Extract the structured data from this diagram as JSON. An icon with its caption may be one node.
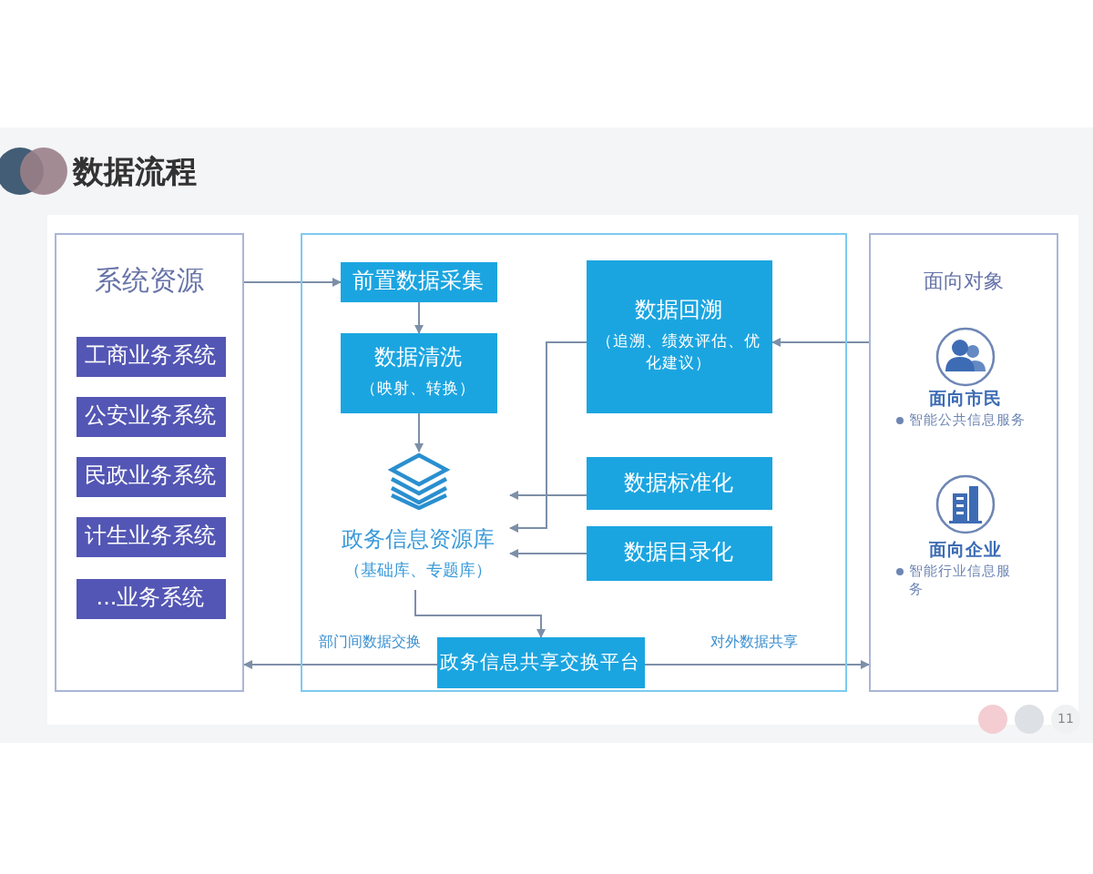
{
  "diagram": {
    "title": "数据流程",
    "nodes": [
      {
        "text": [
          "系统资源"
        ]
      },
      {
        "text": [
          "工商业务系统"
        ],
        "in": 0
      },
      {
        "text": [
          "公安业务系统"
        ],
        "in": 0
      },
      {
        "text": [
          "民政业务系统"
        ],
        "in": 0
      },
      {
        "text": [
          "计生业务系统"
        ],
        "in": 0
      },
      {
        "text": [
          "...业务系统"
        ],
        "in": 0
      },
      {
        "text": [],
        "shape": "box"
      },
      {
        "text": [
          "前置数据采集"
        ],
        "in": 6
      },
      {
        "text": [
          "数据清洗",
          "（映射、转换）"
        ],
        "in": 6
      },
      {
        "text": [
          "政务信息资源库",
          "（基础库、专题库）"
        ],
        "in": 6
      },
      {
        "text": [
          "数据回溯",
          "（追溯、绩效评估、优化建议）"
        ],
        "in": 6
      },
      {
        "text": [
          "数据标准化"
        ],
        "in": 6
      },
      {
        "text": [
          "数据目录化"
        ],
        "in": 6
      },
      {
        "text": [
          "政务信息共享交换平台"
        ],
        "in": 6
      },
      {
        "text": [
          "面向对象"
        ]
      }
    ],
    "edges": [
      {
        "from": 0,
        "to": 7,
        "arrow": "to"
      },
      {
        "from": 7,
        "to": 8,
        "arrow": "to"
      },
      {
        "from": 8,
        "to": 9,
        "arrow": "to"
      },
      {
        "from": 10,
        "to": 9,
        "arrow": "to"
      },
      {
        "from": 11,
        "to": 9,
        "arrow": "to"
      },
      {
        "from": 12,
        "to": 9,
        "arrow": "to"
      },
      {
        "from": 9,
        "to": 13,
        "arrow": "to"
      },
      {
        "from": 13,
        "to": 0,
        "arrow": "to",
        "label": "部门间数据交换"
      },
      {
        "from": 13,
        "to": 14,
        "arrow": "to",
        "label": "对外数据共享"
      },
      {
        "from": 14,
        "to": 10,
        "arrow": "to"
      }
    ],
    "labels": [
      "面向市民",
      "智能公共信息服务",
      "面向企业",
      "智能行业信息服务",
      "11"
    ]
  }
}
